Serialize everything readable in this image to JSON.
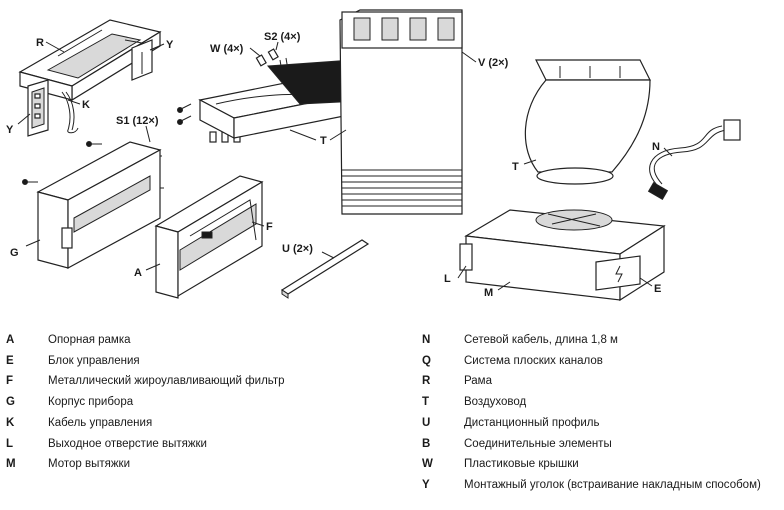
{
  "callouts": {
    "R": "R",
    "Y_top": "Y",
    "Y_left": "Y",
    "K": "K",
    "W": "W (4×)",
    "S2": "S2 (4×)",
    "V": "V (2×)",
    "S1": "S1 (12×)",
    "T_duct": "T",
    "T_transition": "T",
    "N": "N",
    "G": "G",
    "A": "A",
    "F": "F",
    "U": "U (2×)",
    "L": "L",
    "M": "M",
    "E": "E"
  },
  "legend_left": [
    {
      "key": "A",
      "text": "Опорная рамка"
    },
    {
      "key": "E",
      "text": "Блок управления"
    },
    {
      "key": "F",
      "text": "Металлический жироулавливающий фильтр"
    },
    {
      "key": "G",
      "text": "Корпус прибора"
    },
    {
      "key": "K",
      "text": "Кабель управления"
    },
    {
      "key": "L",
      "text": "Выходное отверстие вытяжки"
    },
    {
      "key": "M",
      "text": "Мотор вытяжки"
    }
  ],
  "legend_right": [
    {
      "key": "N",
      "text": "Сетевой кабель, длина 1,8 м"
    },
    {
      "key": "Q",
      "text": "Система плоских каналов"
    },
    {
      "key": "R",
      "text": "Рама"
    },
    {
      "key": "T",
      "text": "Воздуховод"
    },
    {
      "key": "U",
      "text": "Дистанционный профиль"
    },
    {
      "key": "B",
      "text": "Соединительные элементы"
    },
    {
      "key": "W",
      "text": "Пластиковые крышки"
    },
    {
      "key": "Y",
      "text": "Монтажный уголок (встраивание накладным способом)"
    }
  ]
}
